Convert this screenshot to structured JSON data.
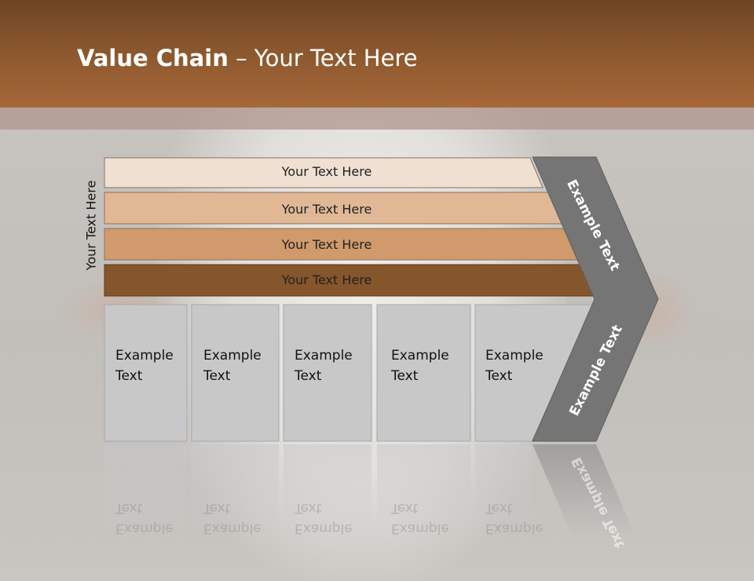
{
  "title": {
    "bold": "Value Chain",
    "rest": " – Your Text Here"
  },
  "side_label": "Your Text Here",
  "bars": [
    {
      "label": "Your Text Here",
      "color": "#efe0d2"
    },
    {
      "label": "Your Text Here",
      "color": "#e0b896"
    },
    {
      "label": "Your Text Here",
      "color": "#d19a6c"
    },
    {
      "label": "Your Text Here",
      "color": "#85552c"
    }
  ],
  "columns": [
    {
      "line1": "Example",
      "line2": "Text"
    },
    {
      "line1": "Example",
      "line2": "Text"
    },
    {
      "line1": "Example",
      "line2": "Text"
    },
    {
      "line1": "Example",
      "line2": "Text"
    },
    {
      "line1": "Example",
      "line2": "Text"
    }
  ],
  "arrow_labels": {
    "upper": "Example Text",
    "lower": "Example Text"
  },
  "colors": {
    "header": "#8f5a2f",
    "arrow": "#757575",
    "column": "#c8c8c8"
  }
}
